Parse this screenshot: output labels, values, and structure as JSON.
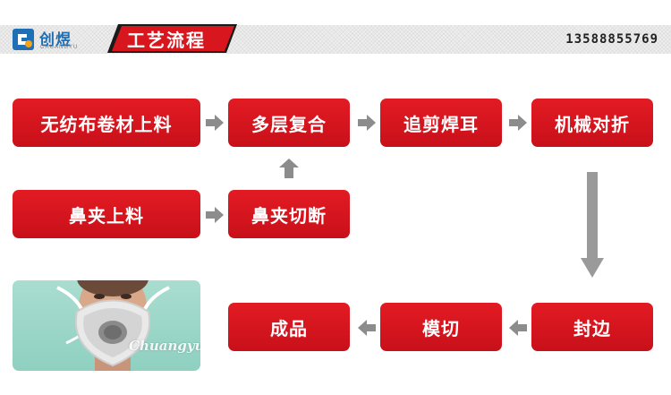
{
  "header": {
    "logo_text": "创煜",
    "logo_sub": "CHUANGYU",
    "title": "工艺流程",
    "phone": "13588855769"
  },
  "steps": {
    "s1": "无纺布卷材上料",
    "s2": "多层复合",
    "s3": "追剪焊耳",
    "s4": "机械对折",
    "s5": "鼻夹上料",
    "s6": "鼻夹切断",
    "s7": "封边",
    "s8": "模切",
    "s9": "成品"
  },
  "photo": {
    "watermark": "Chuangyu"
  },
  "colors": {
    "step_red": "#e31b23",
    "arrow_gray": "#8c8c8c",
    "brand_blue": "#1f6fb6"
  }
}
